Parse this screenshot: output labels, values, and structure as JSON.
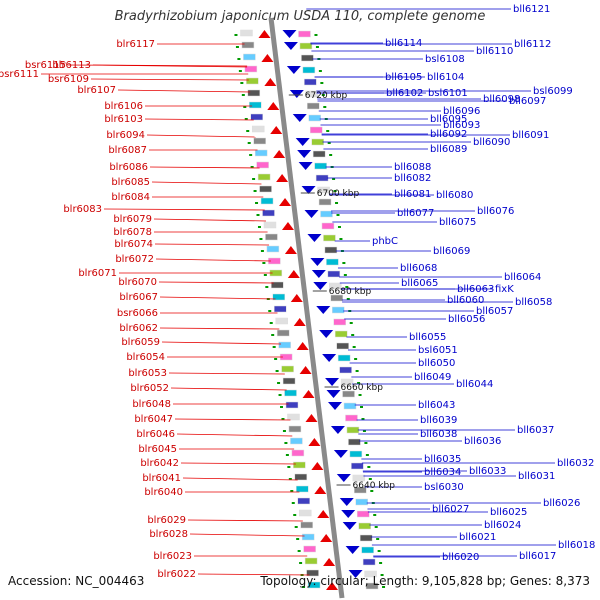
{
  "title": "Bradyrhizobium japonicum USDA 110, complete genome",
  "footer": {
    "accession": "Accession: NC_004463",
    "topology": "Topology: circular; Length: 9,105,828 bp; Genes: 8,373"
  },
  "scale_labels": [
    "6720 kbp",
    "6700 kbp",
    "6680 kbp",
    "6660 kbp",
    "6640 kbp"
  ],
  "left_labels": [
    "blr6117",
    "bsr6115",
    "blr6113",
    "bsr6111",
    "bsr6109",
    "blr6107",
    "blr6106",
    "blr6103",
    "blr6094",
    "blr6087",
    "blr6086",
    "blr6085",
    "blr6084",
    "blr6083",
    "blr6079",
    "blr6078",
    "blr6074",
    "blr6072",
    "blr6071",
    "blr6070",
    "blr6067",
    "bsr6066",
    "blr6062",
    "blr6059",
    "blr6054",
    "blr6053",
    "blr6052",
    "blr6048",
    "blr6047",
    "blr6046",
    "blr6045",
    "blr6042",
    "blr6041",
    "blr6040",
    "blr6029",
    "blr6028",
    "blr6023",
    "blr6022"
  ],
  "right_labels": [
    "bll6121",
    "bll6114",
    "bll6112",
    "bll6110",
    "bsl6108",
    "bll6105",
    "bll6104",
    "bll6102",
    "bsl6101",
    "bsl6099",
    "bll6098",
    "bll6097",
    "bll6096",
    "bll6095",
    "bll6093",
    "bll6092",
    "bll6091",
    "bll6090",
    "bll6089",
    "bll6088",
    "bll6082",
    "bll6081",
    "bll6080",
    "bll6077",
    "bll6076",
    "bll6075",
    "phbC",
    "bll6069",
    "bll6068",
    "bll6065",
    "bll6064",
    "bll6063",
    "fixK",
    "bll6060",
    "bll6058",
    "bll6057",
    "bll6056",
    "bll6055",
    "bsl6051",
    "bll6050",
    "bll6049",
    "bll6044",
    "bll6043",
    "bll6039",
    "bll6038",
    "bll6037",
    "bll6036",
    "bll6035",
    "bll6034",
    "bll6033",
    "bll6032",
    "bsl6030",
    "bll6031",
    "bll6027",
    "bll6026",
    "bll6025",
    "bll6024",
    "bll6021",
    "bll6020",
    "bll6018",
    "bll6017"
  ],
  "colors": {
    "left_strand": "#e60000",
    "right_strand": "#0000cc",
    "axis": "#888888",
    "tick": "#009900"
  }
}
